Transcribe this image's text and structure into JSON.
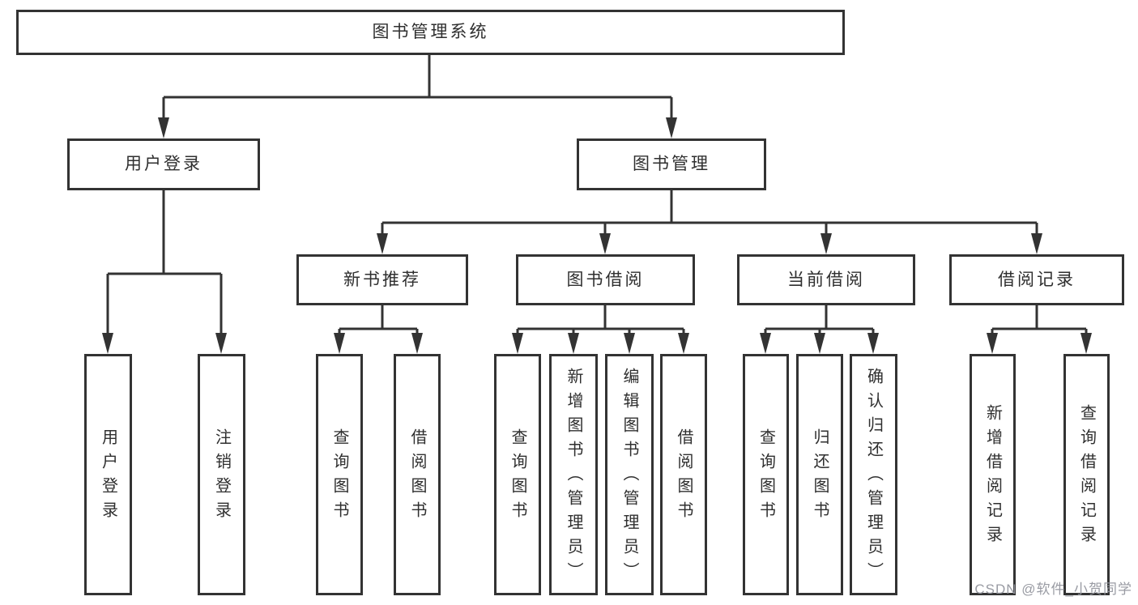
{
  "diagram": {
    "root": {
      "label": "图书管理系统"
    },
    "branches": {
      "user_login": {
        "label": "用户登录",
        "children": [
          "用户登录",
          "注销登录"
        ]
      },
      "book_mgmt": {
        "label": "图书管理"
      }
    },
    "modules": [
      {
        "label": "新书推荐",
        "children": [
          "查询图书",
          "借阅图书"
        ]
      },
      {
        "label": "图书借阅",
        "children": [
          "查询图书",
          "新增图书（管理员）",
          "编辑图书（管理员）",
          "借阅图书"
        ]
      },
      {
        "label": "当前借阅",
        "children": [
          "查询图书",
          "归还图书",
          "确认归还（管理员）"
        ]
      },
      {
        "label": "借阅记录",
        "children": [
          "新增借阅记录",
          "查询借阅记录"
        ]
      }
    ],
    "watermark": "CSDN @软件_小贺同学",
    "colors": {
      "line": "#333333",
      "box_border": "#333333",
      "text": "#2f2f2f",
      "background": "#ffffff",
      "watermark": "#94969e"
    }
  }
}
